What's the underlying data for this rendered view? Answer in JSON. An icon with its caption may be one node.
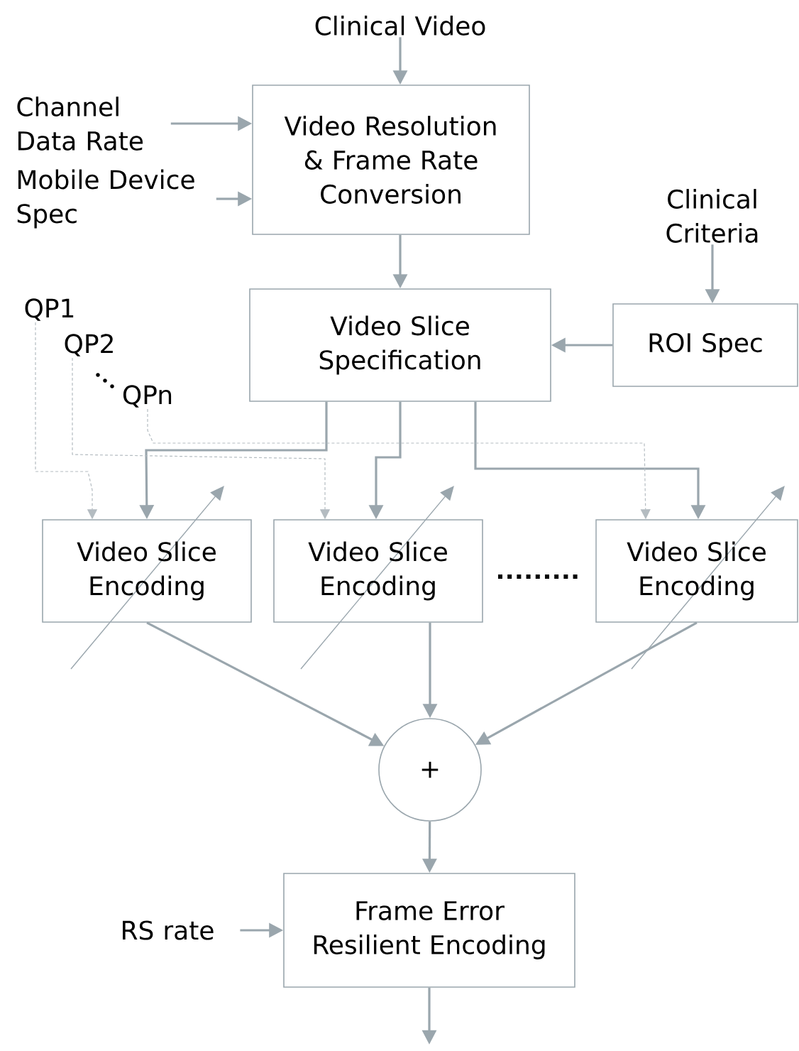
{
  "diagram": {
    "nodes": [
      {
        "text": [
          "Clinical Video"
        ]
      },
      {
        "text": [
          "Channel Data Rate"
        ]
      },
      {
        "text": [
          "Mobile Device Spec"
        ]
      },
      {
        "text": [
          "Video Resolution & Frame Rate Conversion"
        ]
      },
      {
        "text": [
          "Clinical Criteria"
        ]
      },
      {
        "text": [
          "Video Slice Specification"
        ]
      },
      {
        "text": [
          "ROI Spec"
        ]
      },
      {
        "text": [
          "QP1"
        ]
      },
      {
        "text": [
          "QP2"
        ]
      },
      {
        "text": [
          "QPn"
        ]
      },
      {
        "text": [
          "Video Slice Encoding"
        ]
      },
      {
        "text": [
          "Video Slice Encoding"
        ]
      },
      {
        "text": [
          "Video Slice Encoding"
        ]
      },
      {
        "text": [
          "+"
        ]
      },
      {
        "text": [
          "RS rate"
        ]
      },
      {
        "text": [
          "Frame Error Resilient Encoding"
        ]
      }
    ],
    "edges": [
      {
        "from": 0,
        "to": 3,
        "arrow": "to"
      },
      {
        "from": 1,
        "to": 3,
        "arrow": "to"
      },
      {
        "from": 2,
        "to": 3,
        "arrow": "to"
      },
      {
        "from": 3,
        "to": 5,
        "arrow": "to"
      },
      {
        "from": 4,
        "to": 6,
        "arrow": "to"
      },
      {
        "from": 6,
        "to": 5,
        "arrow": "to"
      },
      {
        "from": 5,
        "to": 10,
        "arrow": "to"
      },
      {
        "from": 5,
        "to": 11,
        "arrow": "to"
      },
      {
        "from": 5,
        "to": 12,
        "arrow": "to"
      },
      {
        "from": 7,
        "to": 10,
        "arrow": "to",
        "style": "dashed",
        "color": "#b4bcc1"
      },
      {
        "from": 8,
        "to": 11,
        "arrow": "to",
        "style": "dashed",
        "color": "#b4bcc1"
      },
      {
        "from": 9,
        "to": 12,
        "arrow": "to",
        "style": "dashed",
        "color": "#b4bcc1"
      },
      {
        "from": 10,
        "to": 13,
        "arrow": "to"
      },
      {
        "from": 11,
        "to": 13,
        "arrow": "to"
      },
      {
        "from": 12,
        "to": 13,
        "arrow": "to"
      },
      {
        "from": 13,
        "to": 15,
        "arrow": "to"
      },
      {
        "from": 14,
        "to": 15,
        "arrow": "to"
      },
      {
        "from": 15,
        "to": null,
        "arrow": "to"
      }
    ]
  }
}
